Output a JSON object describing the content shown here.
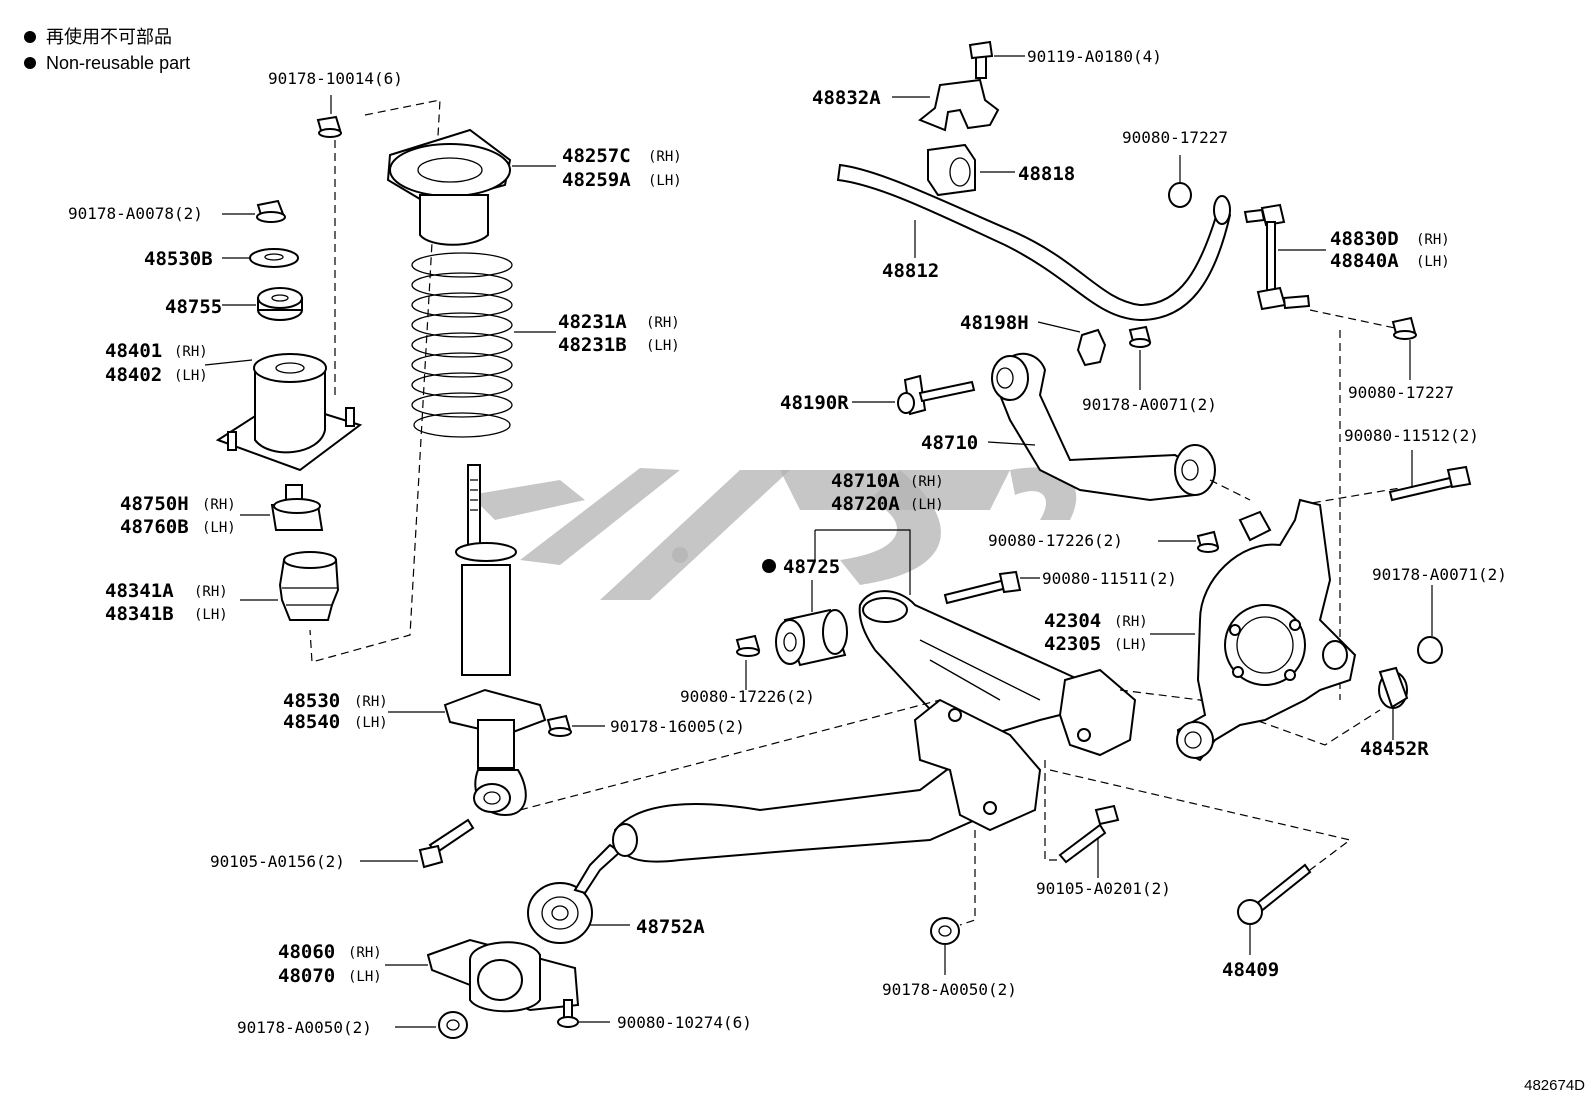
{
  "legend": {
    "japanese": "再使用不可部品",
    "english": "Non-reusable part"
  },
  "diagram_id": "482674D",
  "labels": {
    "p90178_10014": "90178-10014(6)",
    "p90178_A0078": "90178-A0078(2)",
    "p48530B": "48530B",
    "p48755": "48755",
    "p48401": "48401",
    "p48402": "48402",
    "p48750H": "48750H",
    "p48760B": "48760B",
    "p48341A": "48341A",
    "p48341B": "48341B",
    "p48257C": "48257C",
    "p48259A": "48259A",
    "p48231A": "48231A",
    "p48231B": "48231B",
    "p48530": "48530",
    "p48540": "48540",
    "p90178_16005": "90178-16005(2)",
    "p90105_A0156": "90105-A0156(2)",
    "p48752A": "48752A",
    "p48060": "48060",
    "p48070": "48070",
    "p90178_A0050_a": "90178-A0050(2)",
    "p90080_10274": "90080-10274(6)",
    "p90119_A0180": "90119-A0180(4)",
    "p48832A": "48832A",
    "p48818": "48818",
    "p48812": "48812",
    "p90080_17227_a": "90080-17227",
    "p48830D": "48830D",
    "p48840A": "48840A",
    "p48198H": "48198H",
    "p90178_A0071_a": "90178-A0071(2)",
    "p90080_17227_b": "90080-17227",
    "p48190R": "48190R",
    "p48710": "48710",
    "p90080_11512": "90080-11512(2)",
    "p48710A": "48710A",
    "p48720A": "48720A",
    "p48725": "48725",
    "p90080_17226_a": "90080-17226(2)",
    "p90080_11511": "90080-11511(2)",
    "p42304": "42304",
    "p42305": "42305",
    "p90178_A0071_b": "90178-A0071(2)",
    "p90080_17226_b": "90080-17226(2)",
    "p48452R": "48452R",
    "p90105_A0201": "90105-A0201(2)",
    "p48409": "48409",
    "p90178_A0050_b": "90178-A0050(2)"
  },
  "sides": {
    "rh": "(RH)",
    "lh": "(LH)"
  }
}
